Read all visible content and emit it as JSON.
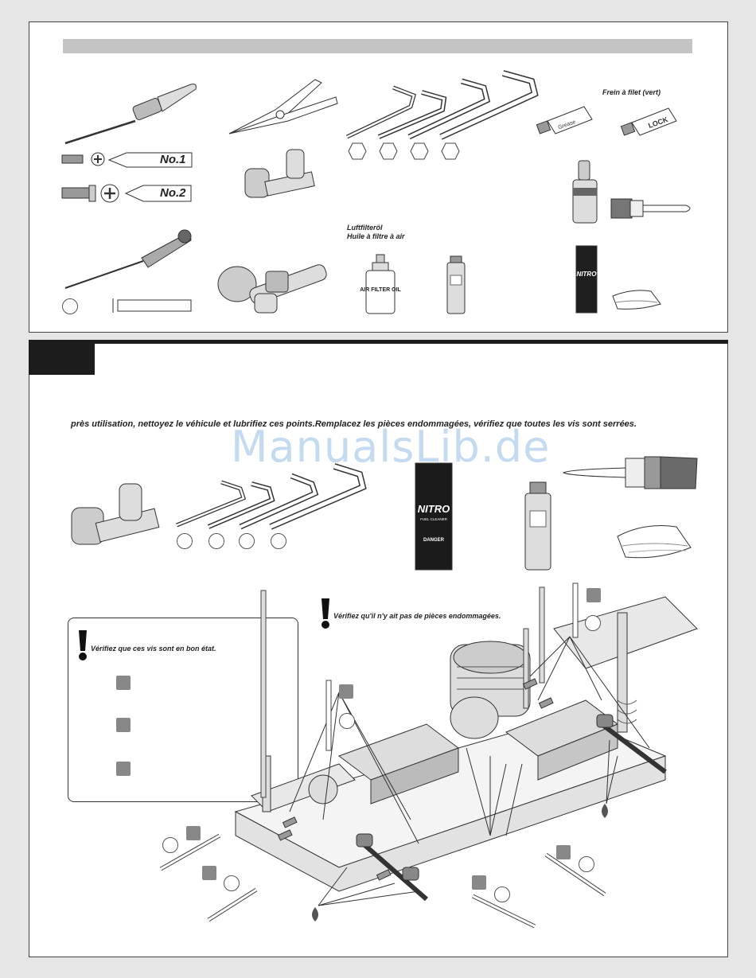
{
  "tools_panel": {
    "screwdriver_labels": [
      "No.1",
      "No.2"
    ],
    "threadlock_label": "Frein à filet (vert)",
    "air_filter_oil_label_de": "Luftfilteröl",
    "air_filter_oil_label_fr": "Huile à filtre à air",
    "air_filter_oil_bottle_text": "AIR FILTER OIL",
    "nitro_can_text": "NITRO",
    "grease_tube_text": "Grease",
    "threadlock_tube_text": "LOCK"
  },
  "maintenance_panel": {
    "instruction": "près utilisation, nettoyez le véhicule et lubrifiez ces points.Remplacez les pièces endommagées, vérifiez que toutes les vis sont serrées.",
    "watermark": "ManualsLib.de",
    "nitro_can_title": "NITRO",
    "nitro_can_subtitle": "FUEL CLEANER",
    "nitro_can_warning": "DANGER",
    "damage_notice": "Vérifiez qu'il n'y ait pas de pièces endommagées.",
    "screw_notice": "Vérifiez que ces vis sont en bon état."
  },
  "colors": {
    "bar_gray": "#c4c4c4",
    "tab_black": "#1c1c1c",
    "watermark_blue": "#b9d4ef"
  }
}
